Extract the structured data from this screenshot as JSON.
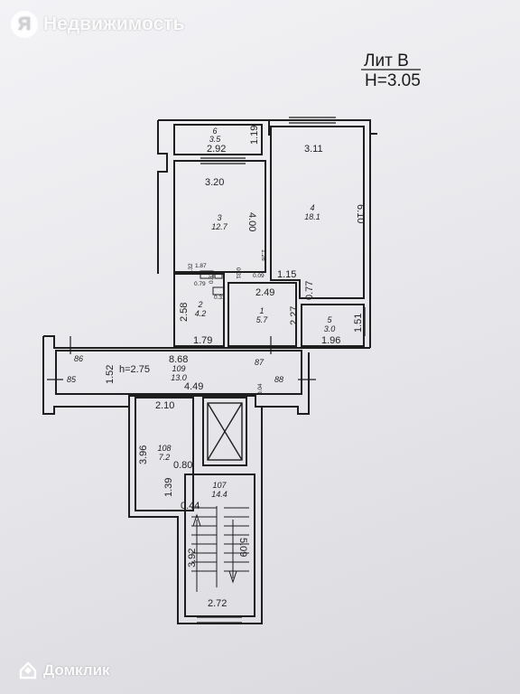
{
  "watermark_top": "Недвижимость",
  "watermark_logo_letter": "Я",
  "watermark_bottom": "Домклик",
  "header": {
    "lit": "Лит В",
    "height": "H=3.05"
  },
  "corridor_height": "h=2.75",
  "rooms": [
    {
      "num": "6",
      "area": "3.5"
    },
    {
      "num": "3",
      "area": "12.7"
    },
    {
      "num": "4",
      "area": "18.1"
    },
    {
      "num": "2",
      "area": "4.2"
    },
    {
      "num": "1",
      "area": "5.7"
    },
    {
      "num": "5",
      "area": "3.0"
    },
    {
      "num": "109",
      "area": "13.0"
    },
    {
      "num": "108",
      "area": "7.2"
    },
    {
      "num": "107",
      "area": "14.4"
    }
  ],
  "dims": {
    "d292": "2.92",
    "d119": "1.19",
    "d311": "3.11",
    "d320": "3.20",
    "d400": "4.00",
    "d610": "6.10",
    "d126": "1.26",
    "d187": "1.87",
    "d031a": "0.31",
    "d009": "0.09",
    "d115": "1.15",
    "d032": "0.32",
    "d079": "0.79",
    "d037": "0.37",
    "d031b": "0.31",
    "d249": "2.49",
    "d077": "0.77",
    "d258": "2.58",
    "d227": "2.27",
    "d151": "1.51",
    "d179": "1.79",
    "d196": "1.96",
    "d868": "8.68",
    "d152": "1.52",
    "d449": "4.49",
    "d004": "0.04",
    "d210": "2.10",
    "d396": "3.96",
    "d080": "0.80",
    "d139": "1.39",
    "d044": "0.44",
    "d392": "3.92",
    "d509": "5.09",
    "d272": "2.72"
  },
  "axes": {
    "a86": "86",
    "a85": "85",
    "a87": "87",
    "a88": "88"
  }
}
